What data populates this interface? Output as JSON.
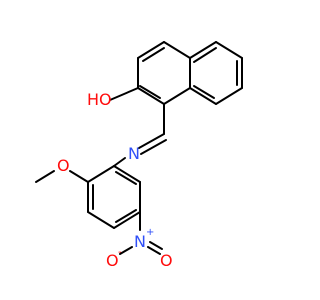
{
  "atoms": {
    "hydroxyl": {
      "label": "HO",
      "color": "#ff0d0d"
    },
    "imine_n": {
      "label": "N",
      "color": "#3050f8"
    },
    "methoxy_o": {
      "label": "O",
      "color": "#ff0d0d"
    },
    "nitro_n": {
      "label": "N",
      "charge": "+",
      "color": "#3050f8"
    },
    "nitro_o1": {
      "label": "O",
      "color": "#ff0d0d"
    },
    "nitro_o2": {
      "label": "O",
      "charge": "-",
      "color": "#ff0d0d"
    }
  },
  "colors": {
    "bond": "#000000",
    "background": "#ffffff"
  }
}
